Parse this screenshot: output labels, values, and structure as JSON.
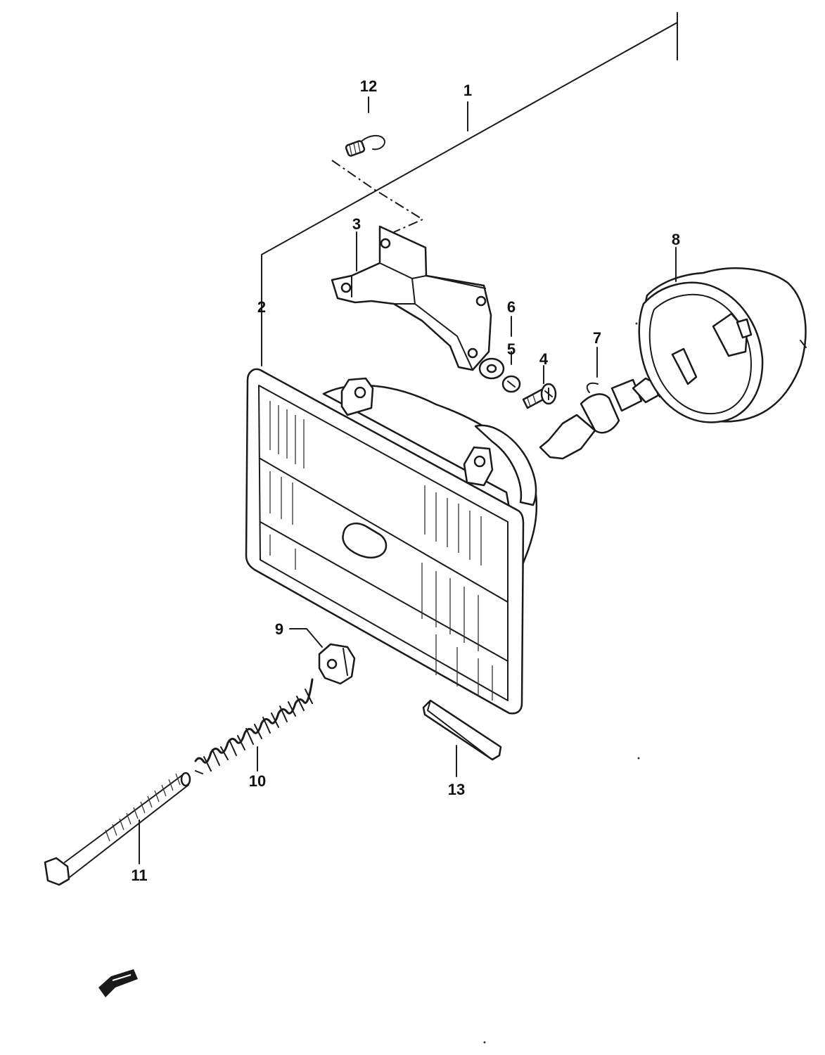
{
  "diagram": {
    "part_labels": [
      "1",
      "2",
      "3",
      "4",
      "5",
      "6",
      "7",
      "8",
      "9",
      "10",
      "11",
      "12",
      "13"
    ]
  }
}
